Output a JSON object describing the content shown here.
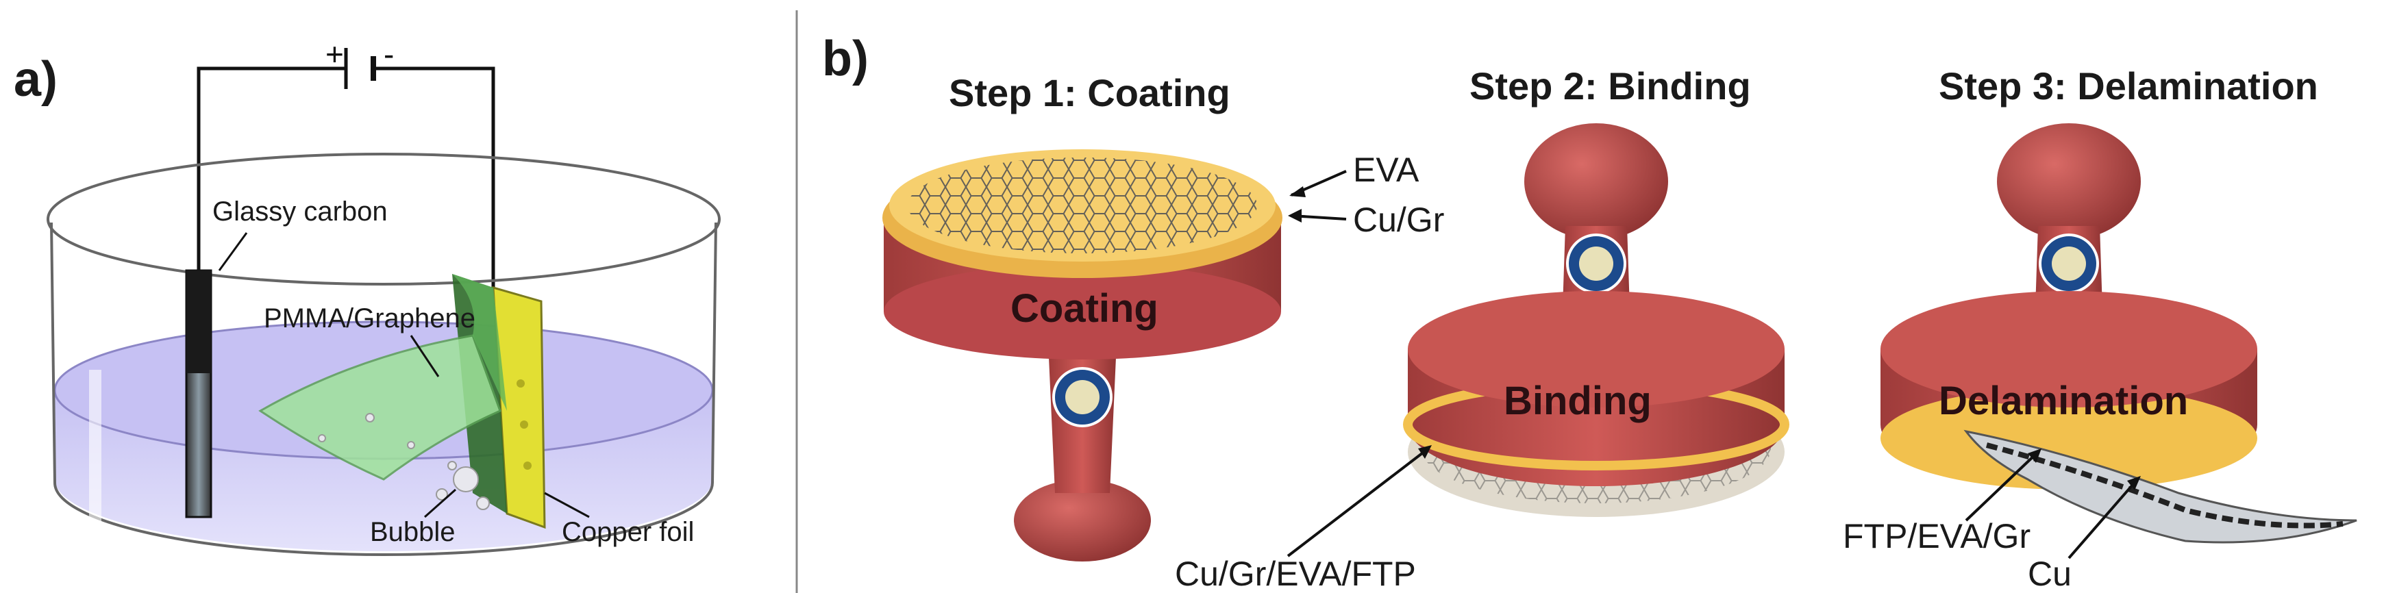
{
  "panel_a": {
    "label": "a)",
    "plus": "+",
    "minus": "-",
    "glassy_carbon": "Glassy carbon",
    "pmma_graphene": "PMMA/Graphene",
    "bubble": "Bubble",
    "copper_foil": "Copper foil"
  },
  "panel_b": {
    "label": "b)",
    "step1": "Step 1: Coating",
    "step2": "Step 2: Binding",
    "step3": "Step 3: Delamination",
    "eva": "EVA",
    "cu_gr": "Cu/Gr",
    "coating": "Coating",
    "binding": "Binding",
    "delamination": "Delamination",
    "cu_gr_eva_ftp": "Cu/Gr/EVA/FTP",
    "ftp_eva_gr": "FTP/EVA/Gr",
    "cu": "Cu"
  },
  "colors": {
    "stamp": "#c0504d",
    "eva": "#f2c14e",
    "electrolyte": "#c9c6f2",
    "graphene_film": "#a6e3a1",
    "copper_foil": "#e6e23a"
  }
}
